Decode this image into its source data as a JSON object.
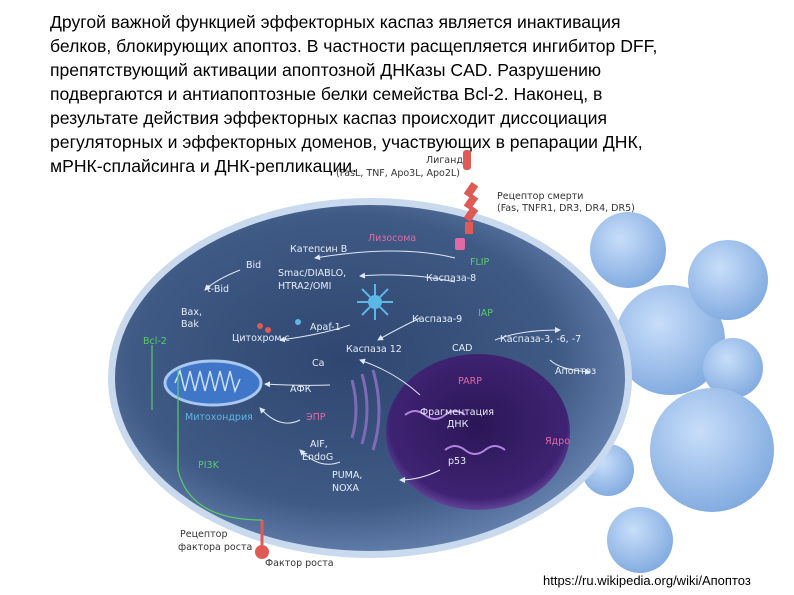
{
  "paragraph": {
    "lines": [
      " Другой важной функцией эффекторных каспаз является инактивация",
      "белков, блокирующих апоптоз. В частности расщепляется ингибитор DFF,",
      "препятствующий активации апоптозной ДНКазы CAD. Разрушению",
      "подвергаются и антиапоптозные белки семейства Bcl-2. Наконец, в",
      "результате действия эффекторных каспаз происходит диссоциация",
      "регуляторных и эффекторных доменов, участвующих в репарации ДНК,",
      "мРНК-сплайсинга и ДНК-репликации."
    ]
  },
  "diagram": {
    "ligand": "Лиганд",
    "ligand_sub": "(FasL, TNF, Apo3L, Apo2L)",
    "death_receptor": "Рецептор смерти",
    "death_receptor_sub": "(Fas, TNFR1, DR3, DR4, DR5)",
    "lysosome": "Лизосома",
    "cathepsin": "Катепсин В",
    "bid": "Bid",
    "flip": "FLIP",
    "smac": "Smac/DIABLO,",
    "htra": "HTRA2/OMI",
    "caspase8": "Каспаза-8",
    "tbid": "t-Bid",
    "bax": "Bax,",
    "bak": "Bak",
    "iap": "IAP",
    "caspase9": "Каспаза-9",
    "bcl2": "Bcl-2",
    "cytochrome": "Цитохром с",
    "apaf": "Apaf-1",
    "caspase12": "Каспаза 12",
    "cad": "CAD",
    "caspase367": "Каспаза-3, -6, -7",
    "ca": "Ca",
    "apoptosis": "Апоптоз",
    "parp": "PARP",
    "afk": "АФК",
    "mitochondria": "Митохондрия",
    "epr": "ЭПР",
    "dna_frag_1": "Фрагментация",
    "dna_frag_2": "ДНК",
    "nucleus": "Ядро",
    "aif": "AIF,",
    "endog": "EndoG",
    "pi3k": "PI3K",
    "p53": "p53",
    "puma": "PUMA,",
    "noxa": "NOXA",
    "gf_receptor_1": "Рецептор",
    "gf_receptor_2": "фактора роста",
    "growth_factor": "Фактор роста"
  },
  "source": "https://ru.wikipedia.org/wiki/Апоптоз",
  "colors": {
    "cell": "#3f5a85",
    "cytoplasm_outer": "#5d78a6",
    "nucleus": "#3a1f6e",
    "blob": "#9fc3ec",
    "membrane": "#c9d9ee",
    "label": "#e6edf7",
    "pink": "#e06aa3",
    "green": "#58cc6a",
    "red": "#e05a55"
  }
}
